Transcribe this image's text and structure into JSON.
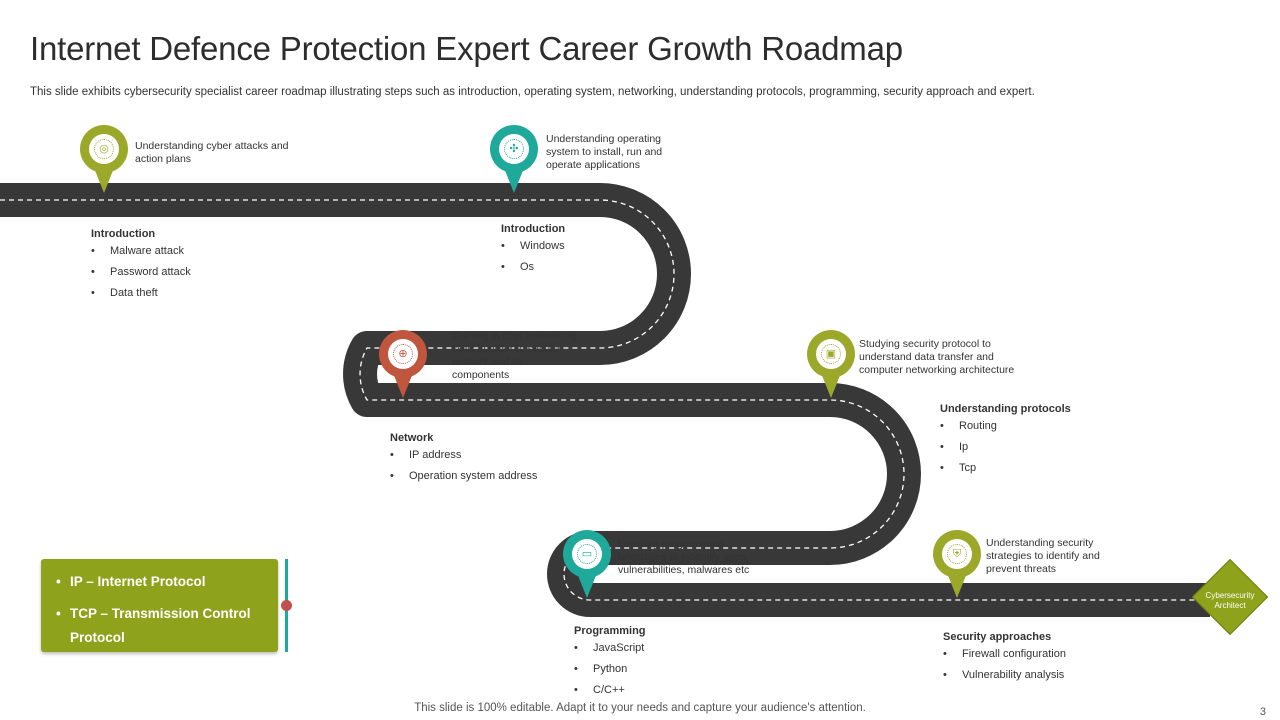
{
  "slide": {
    "title": "Internet Defence Protection Expert Career Growth Roadmap",
    "subtitle": "This slide exhibits cybersecurity specialist career roadmap illustrating steps such as introduction, operating system, networking, understanding protocols, programming, security approach and expert.",
    "footer": "This slide is 100% editable. Adapt it to your needs and capture your audience's attention.",
    "page_number": "3"
  },
  "colors": {
    "olive": "#9ba82a",
    "teal": "#1fa99a",
    "red": "#c0563e",
    "road": "#383838"
  },
  "steps": [
    {
      "icon": "globe-gear-icon",
      "color": "#9ba82a",
      "description": [
        "Understanding cyber attacks and",
        "action plans"
      ],
      "heading": "Introduction",
      "items": [
        "Malware attack",
        "Password attack",
        "Data theft"
      ]
    },
    {
      "icon": "circuit-icon",
      "color": "#1fa99a",
      "description": [
        "Understanding operating",
        "system to install, run and",
        "operate applications"
      ],
      "heading": "Introduction",
      "items": [
        "Windows",
        "Os"
      ]
    },
    {
      "icon": "network-globe-icon",
      "color": "#c0563e",
      "description": [
        "Gaining in dept networking",
        "skills in order to secure",
        "network and its",
        "components"
      ],
      "heading": "Network",
      "items": [
        "IP address",
        "Operation system address"
      ]
    },
    {
      "icon": "protocol-chip-icon",
      "color": "#9ba82a",
      "description": [
        "Studying security protocol to",
        "understand data transfer and",
        "computer networking architecture"
      ],
      "heading": "Understanding protocols",
      "items": [
        "Routing",
        "Ip",
        "Tcp"
      ]
    },
    {
      "icon": "monitor-code-icon",
      "color": "#1fa99a",
      "description": [
        "Learning programming",
        "languages to indentify gaps,",
        "vulnerabilities, malwares etc"
      ],
      "heading": "Programming",
      "items": [
        "JavaScript",
        "Python",
        "C/C++"
      ]
    },
    {
      "icon": "shield-gear-icon",
      "color": "#9ba82a",
      "description": [
        "Understanding security",
        "strategies to identify and",
        "prevent threats"
      ],
      "heading": "Security approaches",
      "items": [
        "Firewall configuration",
        "Vulnerability analysis"
      ]
    }
  ],
  "legend": {
    "items": [
      "IP – Internet Protocol",
      "TCP – Transmission  Control Protocol"
    ]
  },
  "goal": {
    "label": "Cybersecurity Architect"
  }
}
